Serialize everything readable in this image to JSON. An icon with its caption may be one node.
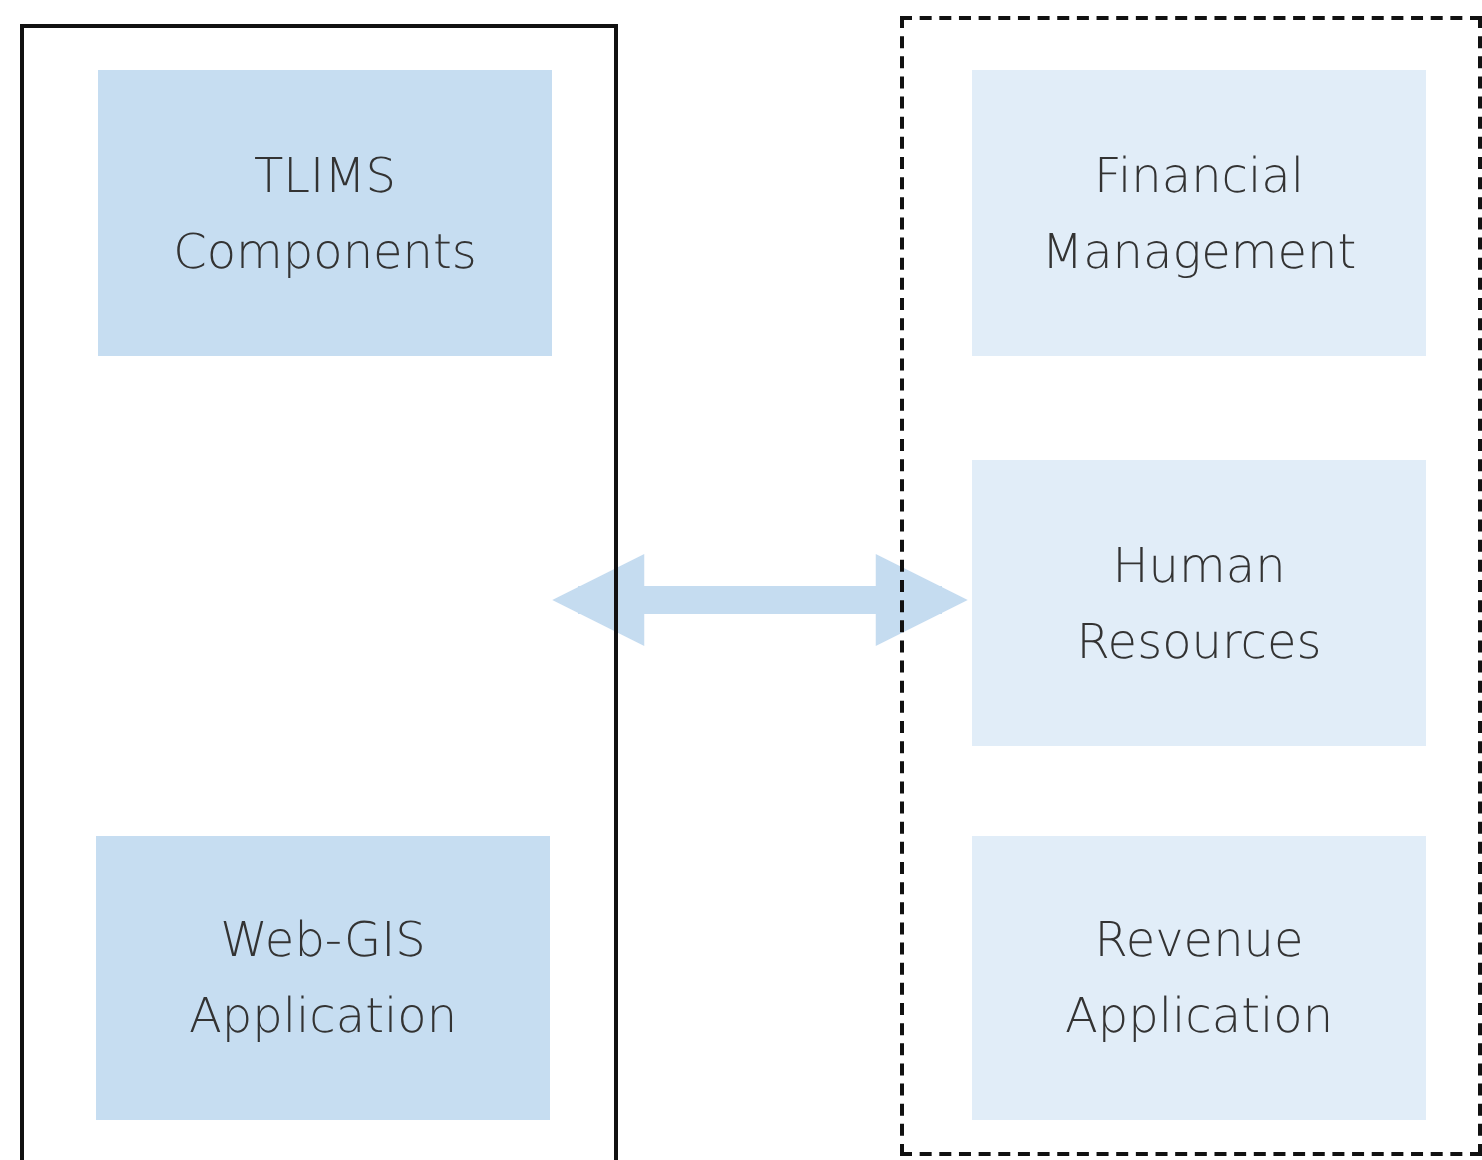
{
  "diagram": {
    "nodes": [
      {
        "text": [],
        "shape": "box"
      },
      {
        "text": [
          "TLIMS Components"
        ],
        "in": 0
      },
      {
        "text": [
          "Web-GIS Application"
        ],
        "in": 0
      },
      {
        "text": [],
        "shape": "box"
      },
      {
        "text": [
          "Financial Management"
        ],
        "in": 3
      },
      {
        "text": [
          "Human Resources"
        ],
        "in": 3
      },
      {
        "text": [
          "Revenue Application"
        ],
        "in": 3
      }
    ],
    "edges": [
      {
        "from": 0,
        "to": 3,
        "arrow": "both",
        "color": "#c5dcf0"
      }
    ]
  }
}
